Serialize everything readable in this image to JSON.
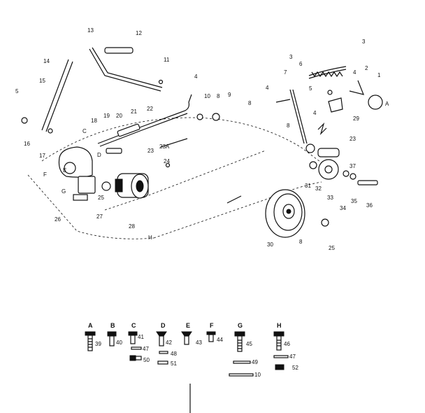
{
  "callouts": {
    "l1": "1",
    "l2": "2",
    "l3a": "3",
    "l3b": "3",
    "l4a": "4",
    "l4b": "4",
    "l4c": "4",
    "l4d": "4",
    "l5a": "5",
    "l5b": "5",
    "l6": "6",
    "l7": "7",
    "l8a": "8",
    "l8b": "8",
    "l8c": "8",
    "l8d": "8",
    "l9": "9",
    "l10": "10",
    "l11": "11",
    "l12": "12",
    "l13": "13",
    "l14": "14",
    "l15": "15",
    "l16": "16",
    "l17": "17",
    "l18": "18",
    "l19": "19",
    "l20": "20",
    "l21": "21",
    "l22": "22",
    "l23a": "23",
    "l23b": "23",
    "l23c": "23A",
    "l24": "24",
    "l25a": "25",
    "l25b": "25",
    "l26": "26",
    "l27": "27",
    "l28": "28",
    "l29": "29",
    "l30": "30",
    "l31": "31",
    "l32": "32",
    "l33": "33",
    "l34": "34",
    "l35": "35",
    "l36": "36",
    "l37": "37",
    "lA": "A",
    "lC": "C",
    "lD": "D",
    "lE": "E",
    "lF": "F",
    "lG": "G",
    "lH": "H"
  },
  "hardware": {
    "letters": [
      "A",
      "B",
      "C",
      "D",
      "E",
      "F",
      "G",
      "H"
    ],
    "numbers": {
      "h39": "39",
      "h40": "40",
      "h41": "41",
      "h42": "42",
      "h43": "43",
      "h44": "44",
      "h45": "45",
      "h46": "46",
      "h47a": "47",
      "h47b": "47",
      "h48": "48",
      "h49": "49",
      "h50": "50",
      "h51": "51",
      "h52": "52",
      "h10": "10"
    }
  }
}
